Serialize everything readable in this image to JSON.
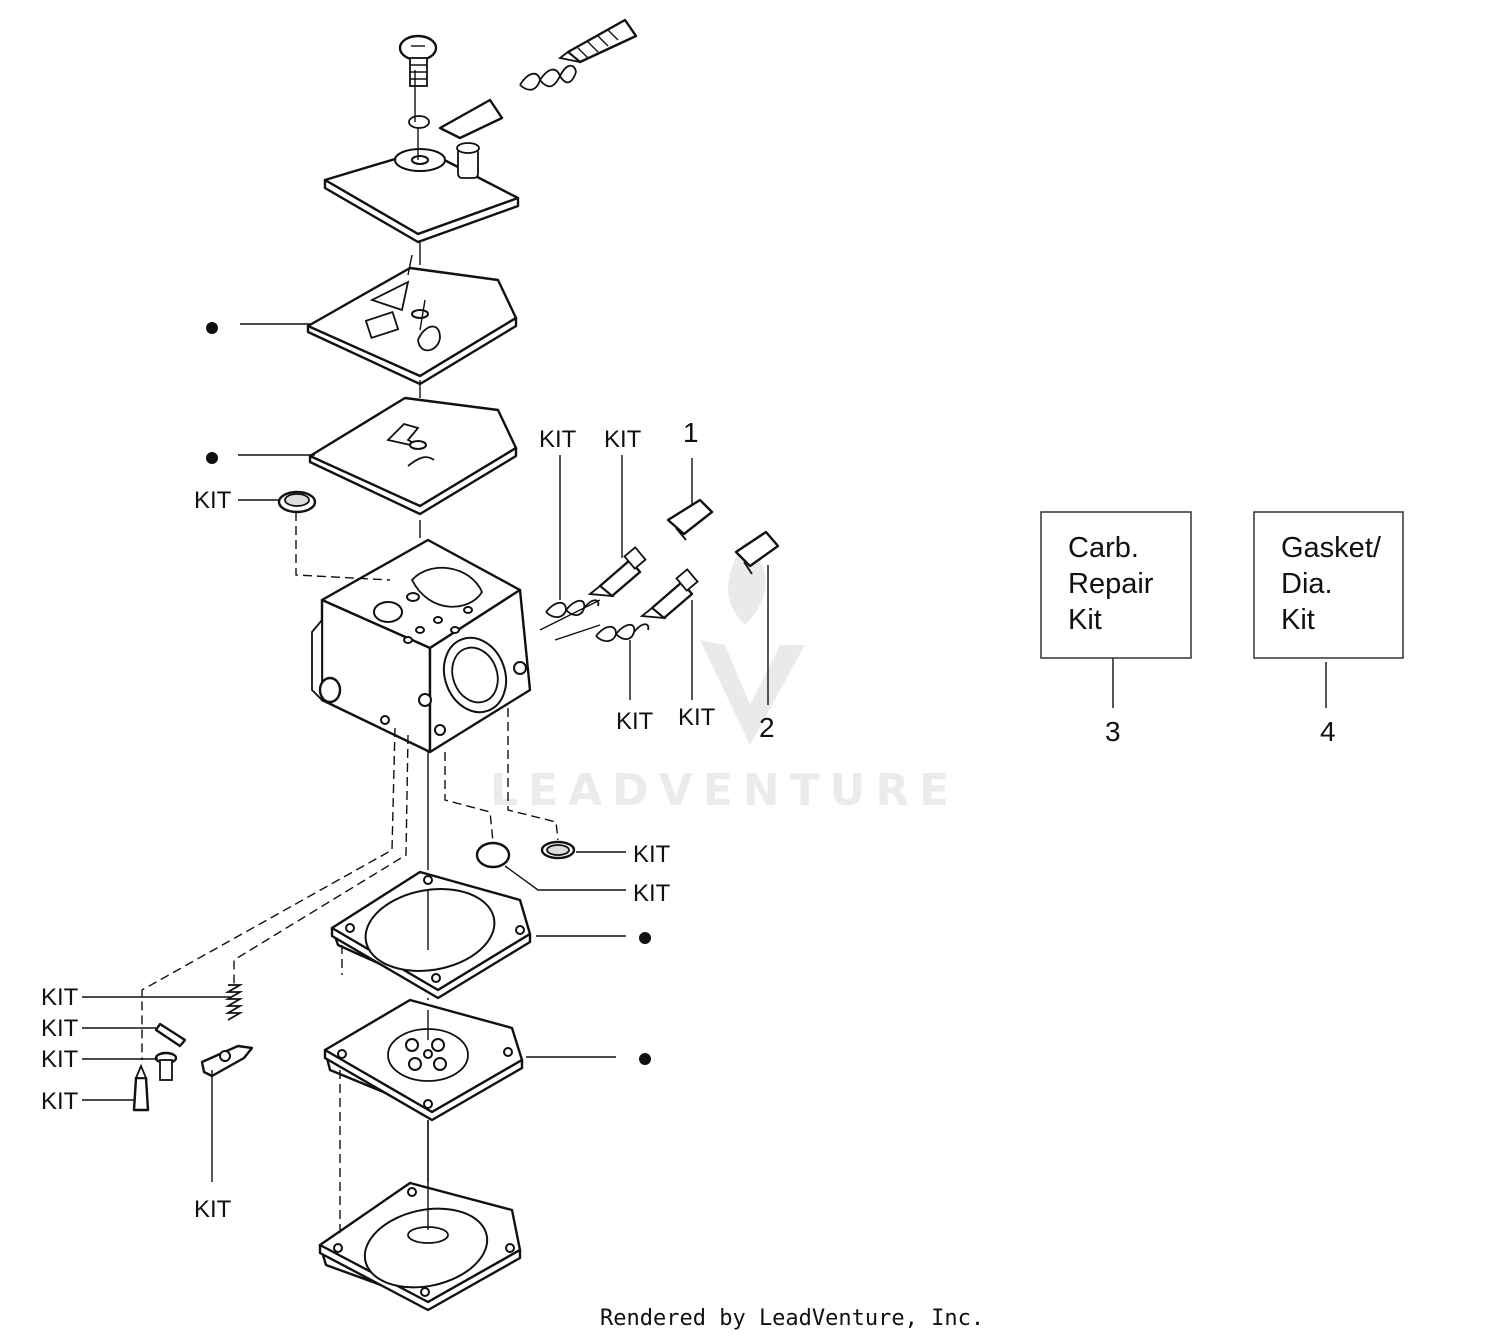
{
  "diagram": {
    "callouts": {
      "kit": "KIT",
      "n1": "1",
      "n2": "2",
      "n3": "3",
      "n4": "4"
    },
    "boxes": {
      "carb_repair": {
        "line1": "Carb.",
        "line2": "Repair",
        "line3": "Kit"
      },
      "gasket_dia": {
        "line1": "Gasket/",
        "line2": "Dia.",
        "line3": "Kit"
      }
    },
    "watermark": "LEADVENTURE",
    "footer": "Rendered by LeadVenture, Inc."
  }
}
